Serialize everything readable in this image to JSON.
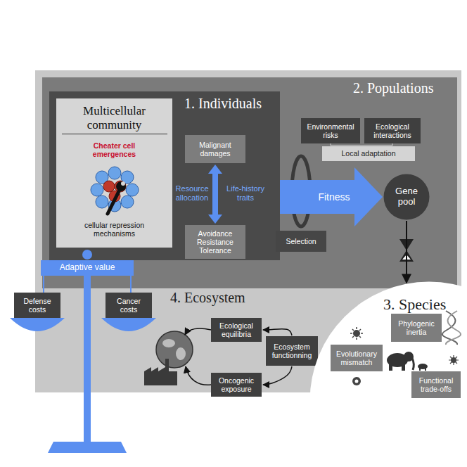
{
  "diagram": {
    "nodes": [
      {
        "text": [
          "4. Ecosystem"
        ]
      },
      {
        "text": [
          "2. Populations"
        ],
        "in": 0
      },
      {
        "text": [
          "1. Individuals"
        ],
        "in": 1
      },
      {
        "text": [
          "Multicellular community",
          "Cheater cell emergences",
          "cellular repression mechanisms"
        ],
        "in": 2
      },
      {
        "text": [
          "Malignant damages"
        ],
        "in": 2
      },
      {
        "text": [
          "Avoidance Resistance Tolerance"
        ],
        "in": 2
      },
      {
        "text": [
          "Environmental risks"
        ],
        "in": 1
      },
      {
        "text": [
          "Ecological interactions"
        ],
        "in": 1
      },
      {
        "text": [
          "Local adaptation"
        ],
        "in": 1
      },
      {
        "text": [
          "Selection"
        ],
        "in": 1
      },
      {
        "text": [
          "Gene pool"
        ],
        "in": 1
      },
      {
        "text": [
          "Adaptive value"
        ]
      },
      {
        "text": [
          "Defense costs"
        ]
      },
      {
        "text": [
          "Cancer costs"
        ]
      },
      {
        "text": [
          "Ecological equilibria"
        ],
        "in": 0
      },
      {
        "text": [
          "Ecosystem functionning"
        ],
        "in": 0
      },
      {
        "text": [
          "Oncogenic exposure"
        ],
        "in": 0
      },
      {
        "text": [
          "3. Species"
        ]
      },
      {
        "text": [
          "Evolutionary mismatch"
        ],
        "in": 17
      },
      {
        "text": [
          "Phylogenic inertia"
        ],
        "in": 17
      },
      {
        "text": [
          "Functional trade-offs"
        ],
        "in": 17
      }
    ],
    "edges": [
      {
        "from": 4,
        "to": 5,
        "arrow": "both"
      },
      {
        "from": 2,
        "to": 10,
        "label": "Fitness",
        "arrow": "to"
      },
      {
        "from": 10,
        "to": 17,
        "arrow": "to"
      },
      {
        "from": 15,
        "to": 14,
        "arrow": "to"
      },
      {
        "from": 15,
        "to": 16,
        "arrow": "to"
      }
    ],
    "labels": [
      "Resource allocation",
      "Life-history traits"
    ]
  }
}
